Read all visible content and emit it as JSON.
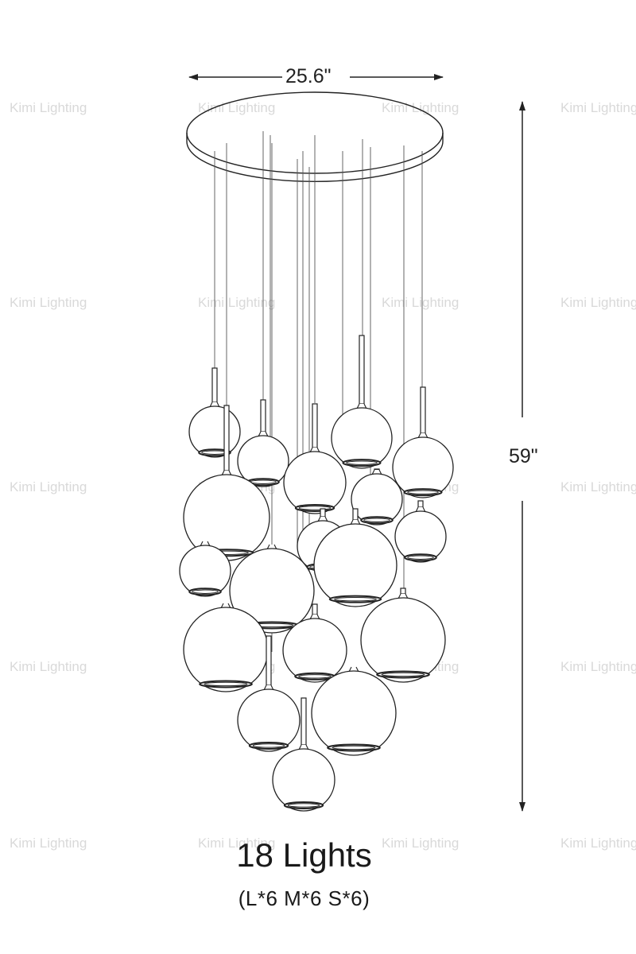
{
  "watermark": "Kimi Lighting",
  "dimensions": {
    "width": "25.6\"",
    "height": "59\""
  },
  "title": "18 Lights",
  "subtitle": "(L*6   M*6   S*6)",
  "colors": {
    "line": "#222222",
    "watermark": "#d9d9d9"
  }
}
